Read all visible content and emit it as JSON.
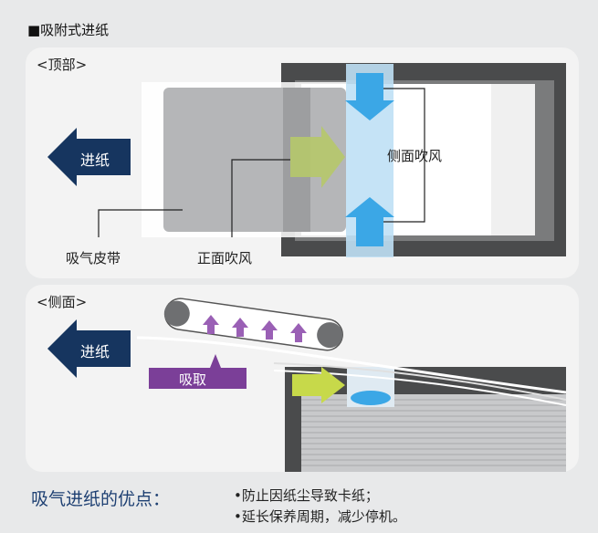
{
  "header": {
    "title": "■吸附式进纸"
  },
  "top_view": {
    "label": "<顶部>",
    "feed_label": "进纸",
    "side_air_label": "侧面吹风",
    "suction_belt_label": "吸气皮带",
    "front_air_label": "正面吹风"
  },
  "side_view": {
    "label": "<侧面>",
    "feed_label": "进纸",
    "suction_label": "吸取"
  },
  "footer": {
    "advantages_title": "吸气进纸的优点：",
    "points": [
      "•防止因纸尘导致卡纸；",
      "•延长保养周期，减少停机。"
    ]
  },
  "colors": {
    "feed_arrow": "#16355f",
    "air_arrow": "#3ba7e6",
    "suction_purple": "#7b3f98",
    "front_air_green": "#b6c86a",
    "title_blue": "#1d3f72"
  }
}
